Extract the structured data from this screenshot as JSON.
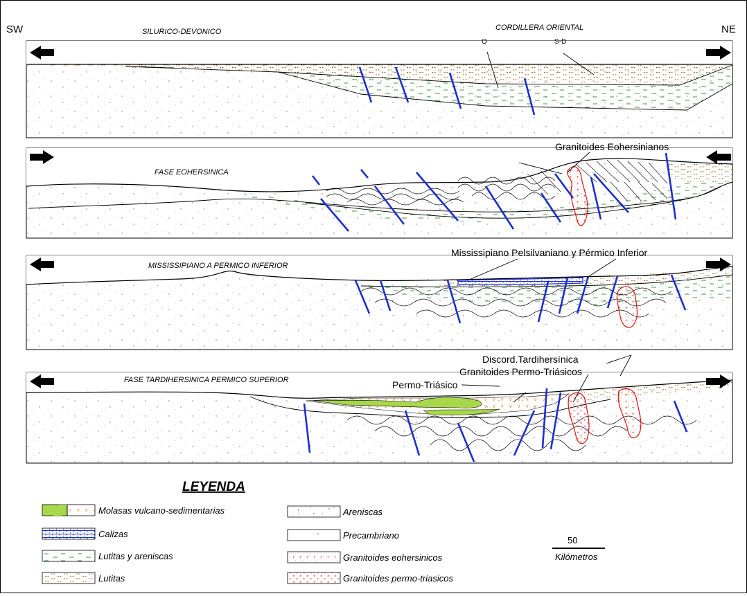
{
  "orientation": {
    "left": "SW",
    "right": "NE"
  },
  "panels": [
    {
      "title": "SILURICO-DEVONICO",
      "labels": {
        "region": "CORDILLERA ORIENTAL",
        "unit_o": "O",
        "unit_sd": "S-D"
      }
    },
    {
      "title": "FASE EOHERSINICA",
      "labels": {
        "granitoids": "Granitoides Eohersinianos"
      }
    },
    {
      "title": "MISSISSIPIANO A PERMICO INFERIOR",
      "labels": {
        "units": "Mississipiano Pelsilvaniano y Pérmico Inferior"
      }
    },
    {
      "title": "FASE TARDIHERSINICA  PERMICO SUPERIOR",
      "labels": {
        "discordance": "Discord.Tardihersínica",
        "granitoids": "Granitoides Permo-Triásicos",
        "permo": "Permo-Triásico"
      }
    }
  ],
  "legend": {
    "title": "LEYENDA",
    "items": [
      {
        "label": "Molasas vulcano-sedimentarias",
        "pattern": "molasas"
      },
      {
        "label": "Calizas",
        "pattern": "calizas"
      },
      {
        "label": "Lutitas y areniscas",
        "pattern": "lutitas-areniscas"
      },
      {
        "label": "Lutitas",
        "pattern": "lutitas"
      },
      {
        "label": "Areniscas",
        "pattern": "areniscas"
      },
      {
        "label": "Precambriano",
        "pattern": "precambriano"
      },
      {
        "label": "Granitoides eohersinicos",
        "pattern": "granitoides-eo"
      },
      {
        "label": "Granitoides permo-triasicos",
        "pattern": "granitoides-pt"
      }
    ]
  },
  "scale": {
    "value": "50",
    "unit": "Kilómetros"
  },
  "colors": {
    "fault": "#1a2fd0",
    "granite": "#e01010",
    "molasa": "#a8d84a",
    "lutita": "#a0682a",
    "verde": "#2a8a2a",
    "caliza": "#1a2fd0"
  }
}
